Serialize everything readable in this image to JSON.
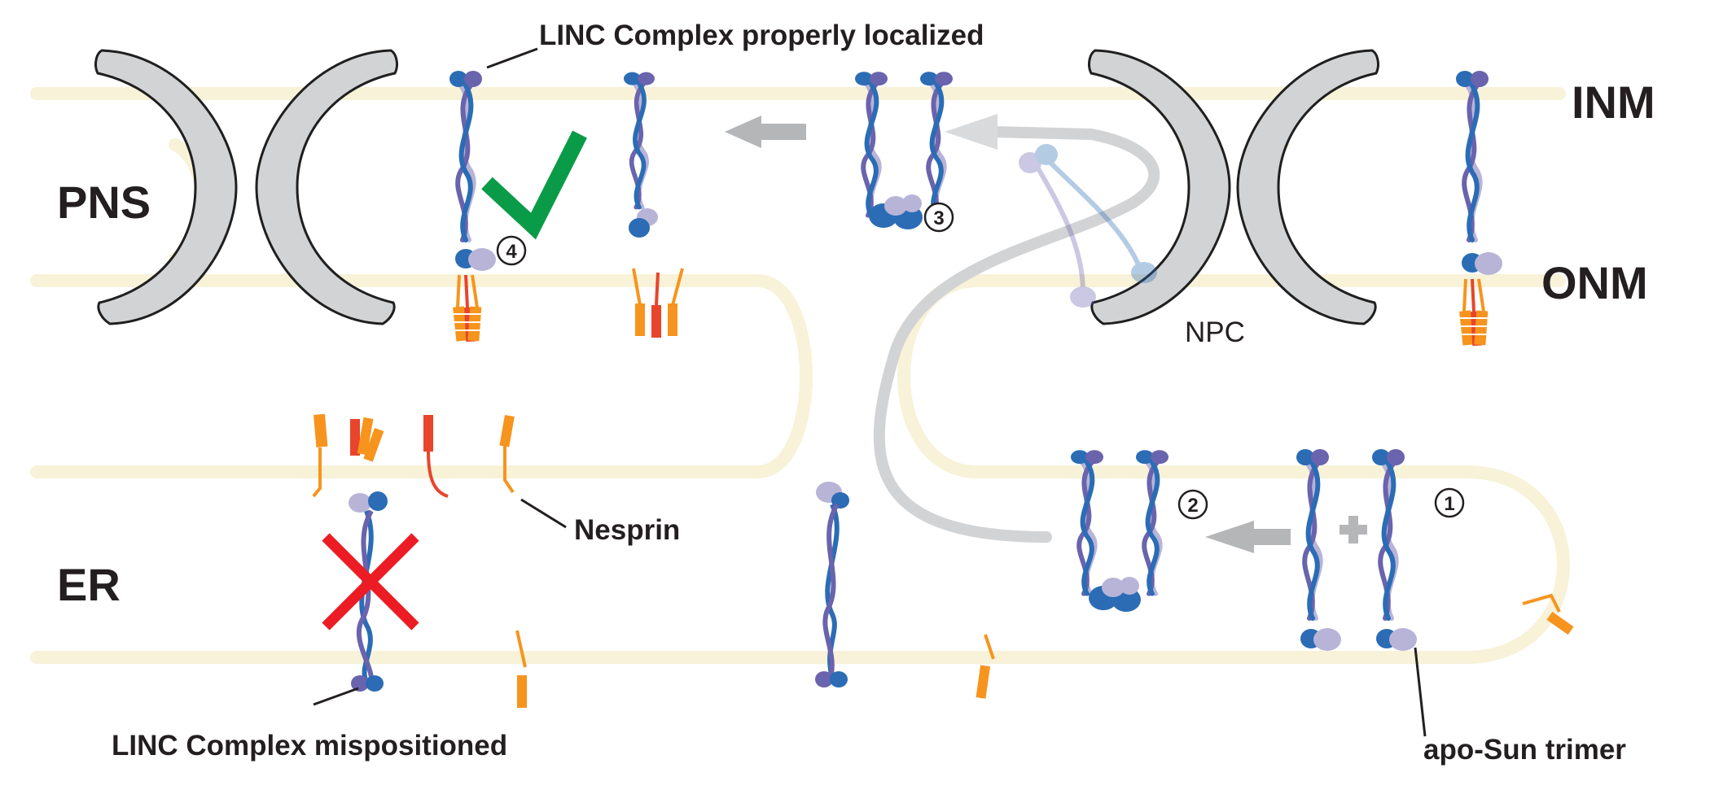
{
  "labels": {
    "pns": "PNS",
    "er": "ER",
    "inm": "INM",
    "onm": "ONM",
    "npc": "NPC",
    "nesprin": "Nesprin",
    "linc_localized": "LINC Complex properly localized",
    "linc_mispositioned": "LINC Complex mispositioned",
    "apo_sun": "apo-Sun trimer"
  },
  "steps": [
    "1",
    "2",
    "3",
    "4"
  ],
  "colors": {
    "membrane": "#f7f2d8",
    "npc_fill": "#d2d3d5",
    "npc_stroke": "#1f1f1f",
    "sun_blue": "#2b6cb5",
    "sun_purple": "#6a63ad",
    "sun_lavender": "#b8b4d8",
    "nesprin_orange": "#f7941d",
    "nesprin_red": "#e8452c",
    "check_green": "#0a9b48",
    "cross_red": "#ec1c24",
    "arrow_gray": "#b5b6b8"
  },
  "icons": [
    "check-icon",
    "cross-icon",
    "left-arrow-icon",
    "plus-icon"
  ]
}
